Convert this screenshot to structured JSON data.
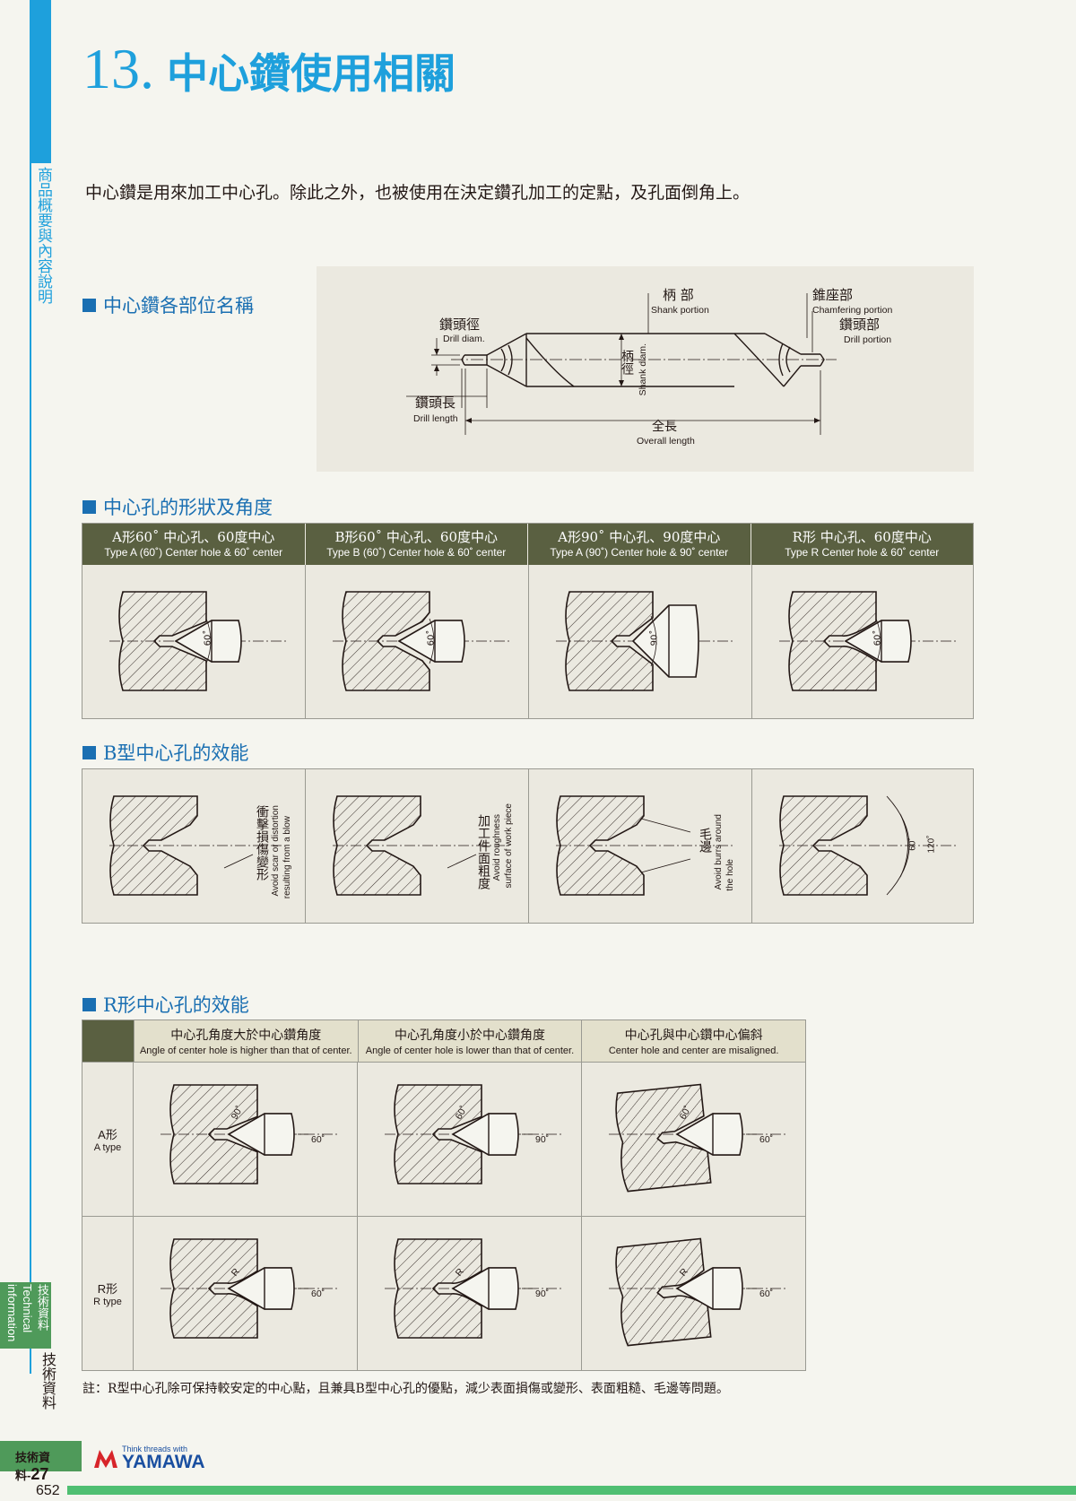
{
  "side": {
    "vertical_title": "商品概要與內容說明",
    "tab": "技術資料 Technical information",
    "tech": "技術資料"
  },
  "header": {
    "number": "13.",
    "title": "中心鑽使用相關"
  },
  "intro": "中心鑽是用來加工中心孔。除此之外，也被使用在決定鑽孔加工的定點，及孔面倒角上。",
  "sections": {
    "parts": "中心鑽各部位名稱",
    "shapes": "中心孔的形狀及角度",
    "btype": "B型中心孔的效能",
    "rtype": "R形中心孔的效能"
  },
  "parts_diagram": {
    "shank_cn": "柄 部",
    "shank_en": "Shank portion",
    "chamfer_cn": "錐座部",
    "chamfer_en": "Chamfering portion",
    "drill_portion_cn": "鑽頭部",
    "drill_portion_en": "Drill portion",
    "drill_diam_cn": "鑽頭徑",
    "drill_diam_en": "Drill diam.",
    "shank_diam_cn": "柄徑",
    "shank_diam_en": "Shank diam.",
    "drill_length_cn": "鑽頭長",
    "drill_length_en": "Drill length",
    "overall_cn": "全長",
    "overall_en": "Overall length"
  },
  "shape_table": {
    "headers": [
      {
        "cn": "A形60˚ 中心孔、60度中心",
        "en": "Type A (60˚) Center hole & 60˚ center",
        "angle": "60˚"
      },
      {
        "cn": "B形60˚ 中心孔、60度中心",
        "en": "Type B (60˚) Center hole & 60˚ center",
        "angle": "60˚"
      },
      {
        "cn": "A形90˚ 中心孔、90度中心",
        "en": "Type A (90˚) Center hole & 90˚ center",
        "angle": "90˚"
      },
      {
        "cn": "R形 中心孔、60度中心",
        "en": "Type R Center hole & 60˚ center",
        "angle": "60˚"
      }
    ]
  },
  "btype_effects": {
    "c1_cn": "衝擊損傷變形",
    "c1_en1": "Avoid scar or distortion",
    "c1_en2": "resulting from a blow",
    "c2_cn": "加工件面粗度",
    "c2_en1": "Avoid roughness",
    "c2_en2": "surface of work piece",
    "c3_cn": "毛邊",
    "c3_en1": "Avoid burrs around",
    "c3_en2": "the hole",
    "c4_a1": "60˚",
    "c4_a2": "120˚"
  },
  "r_table": {
    "headers": [
      {
        "cn": "中心孔角度大於中心鑽角度",
        "en": "Angle of center hole is higher than that of center."
      },
      {
        "cn": "中心孔角度小於中心鑽角度",
        "en": "Angle of center hole is lower than that of center."
      },
      {
        "cn": "中心孔與中心鑽中心偏斜",
        "en": "Center hole and center are misaligned."
      }
    ],
    "rows": [
      {
        "cn": "A形",
        "en": "A type",
        "hole": [
          "90˚",
          "60˚",
          "60˚"
        ],
        "center": [
          "60˚",
          "90˚",
          "60˚"
        ]
      },
      {
        "cn": "R形",
        "en": "R type",
        "hole": [
          "R",
          "R",
          "R"
        ],
        "center": [
          "60˚",
          "90˚",
          "60˚"
        ]
      }
    ]
  },
  "note": "註：R型中心孔除可保持較安定的中心點，且兼具B型中心孔的優點，減少表面損傷或變形、表面粗糙、毛邊等問題。",
  "footer": {
    "tag": "技術資料-",
    "tag_num": "27",
    "tagline": "Think threads with",
    "brand": "YAMAWA",
    "page": "652"
  },
  "colors": {
    "accent_blue": "#1ea0dc",
    "header_olive": "#5a6041",
    "footer_green": "#4fbf72"
  }
}
